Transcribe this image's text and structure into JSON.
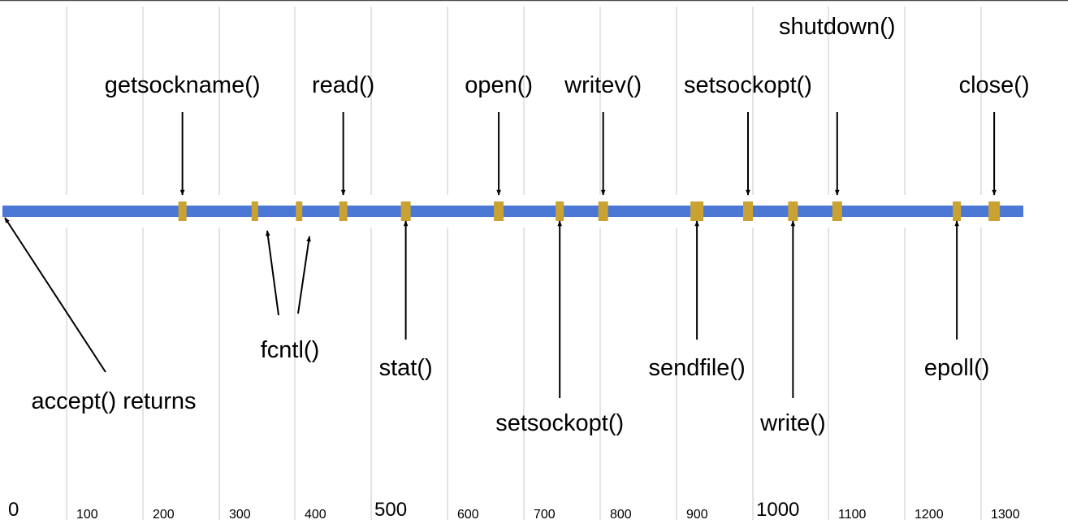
{
  "timeline": {
    "axis": {
      "min": 0,
      "max": 1300,
      "major_step": 100,
      "labels": [
        {
          "value": 0,
          "text": "0"
        },
        {
          "value": 100,
          "text": "100"
        },
        {
          "value": 200,
          "text": "200"
        },
        {
          "value": 300,
          "text": "300"
        },
        {
          "value": 400,
          "text": "400"
        },
        {
          "value": 500,
          "text": "500"
        },
        {
          "value": 600,
          "text": "600"
        },
        {
          "value": 700,
          "text": "700"
        },
        {
          "value": 800,
          "text": "800"
        },
        {
          "value": 900,
          "text": "900"
        },
        {
          "value": 1000,
          "text": "1000"
        },
        {
          "value": 1100,
          "text": "1100"
        },
        {
          "value": 1200,
          "text": "1200"
        },
        {
          "value": 1300,
          "text": "1300"
        }
      ],
      "grid": true
    },
    "bar_color": "#4a78d4",
    "marker_color": "#c9a232",
    "events": [
      {
        "label": "accept() returns",
        "value": 0
      },
      {
        "label": "getsockname()",
        "value": 250
      },
      {
        "label": "fcntl()",
        "value": 345
      },
      {
        "label": "fcntl()",
        "value": 403
      },
      {
        "label": "read()",
        "value": 461
      },
      {
        "label": "stat()",
        "value": 543
      },
      {
        "label": "open()",
        "value": 665
      },
      {
        "label": "setsockopt()",
        "value": 745
      },
      {
        "label": "writev()",
        "value": 802
      },
      {
        "label": "sendfile()",
        "value": 925
      },
      {
        "label": "setsockopt()",
        "value": 992
      },
      {
        "label": "write()",
        "value": 1051
      },
      {
        "label": "shutdown()",
        "value": 1109
      },
      {
        "label": "epoll()",
        "value": 1266
      },
      {
        "label": "close()",
        "value": 1315
      }
    ]
  }
}
